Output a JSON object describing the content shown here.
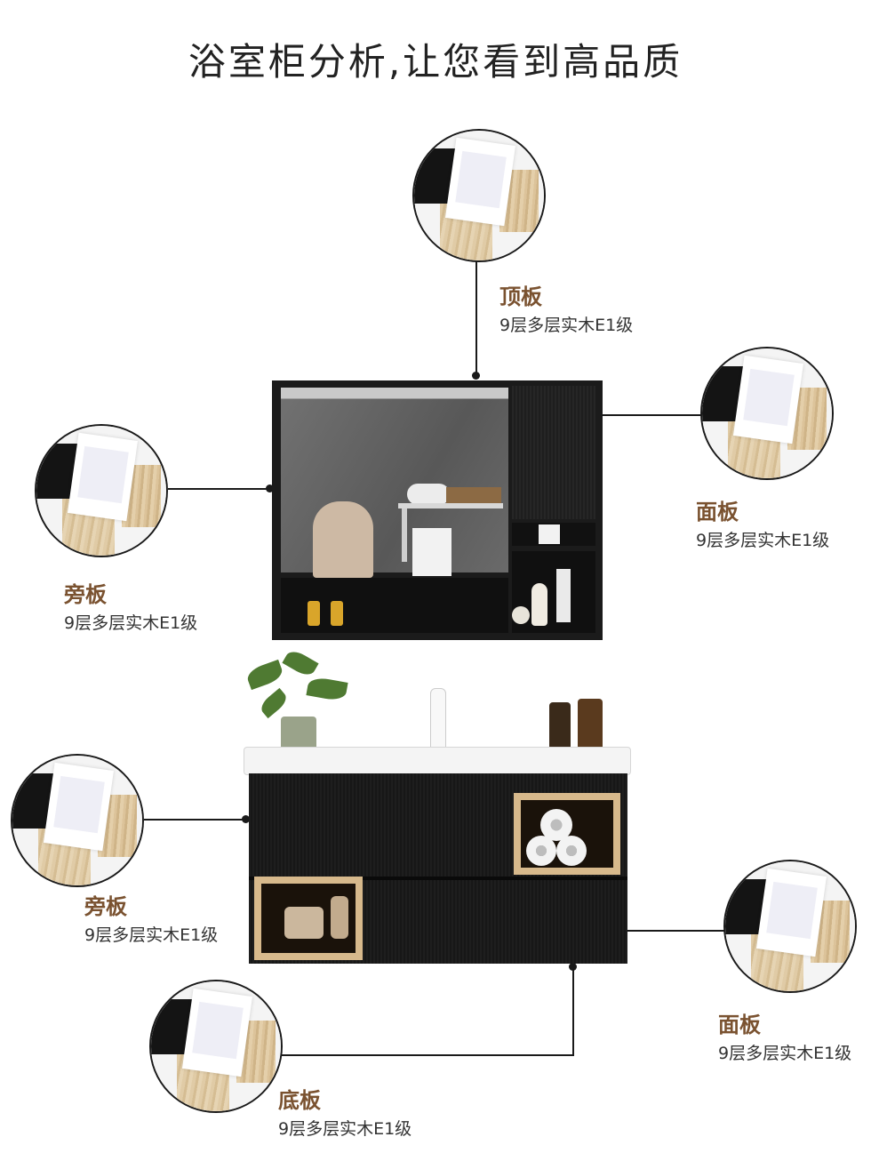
{
  "title": "浴室柜分析,让您看到高品质",
  "callouts": [
    {
      "id": "top",
      "name": "顶板",
      "desc": "9层多层实木E1级"
    },
    {
      "id": "mirror-face",
      "name": "面板",
      "desc": "9层多层实木E1级"
    },
    {
      "id": "mirror-side",
      "name": "旁板",
      "desc": "9层多层实木E1级"
    },
    {
      "id": "vanity-side",
      "name": "旁板",
      "desc": "9层多层实木E1级"
    },
    {
      "id": "vanity-face",
      "name": "面板",
      "desc": "9层多层实木E1级"
    },
    {
      "id": "bottom",
      "name": "底板",
      "desc": "9层多层实木E1级"
    }
  ],
  "colors": {
    "label_accent": "#7a5230",
    "cabinet_black": "#1b1b1b",
    "wood": "#d7b98c"
  }
}
